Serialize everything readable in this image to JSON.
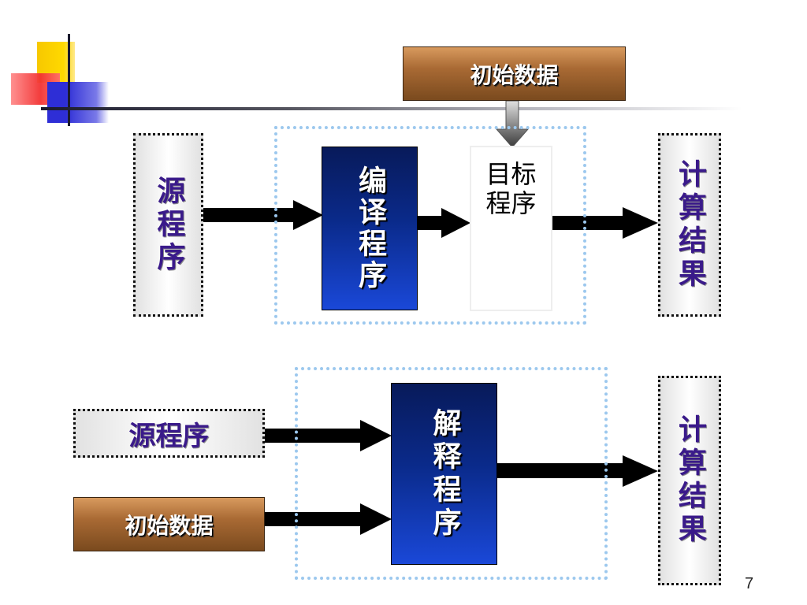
{
  "top": {
    "source_program": "源程序",
    "compiler": "编译程序",
    "target_program": "目标程序",
    "initial_data": "初始数据",
    "result": "计算结果"
  },
  "bottom": {
    "source_program": "源程序",
    "initial_data": "初始数据",
    "interpreter": "解释程序",
    "result": "计算结果"
  },
  "page_number": "7",
  "colors": {
    "data_box": "#a96a34",
    "program_box": "#0a2a8a",
    "label_text": "#3a1a8a",
    "group_frame": "#9cc8ee",
    "arrow": "#000000"
  },
  "icons": [
    "slide-logo",
    "right-arrow-icon",
    "down-arrow-icon"
  ]
}
